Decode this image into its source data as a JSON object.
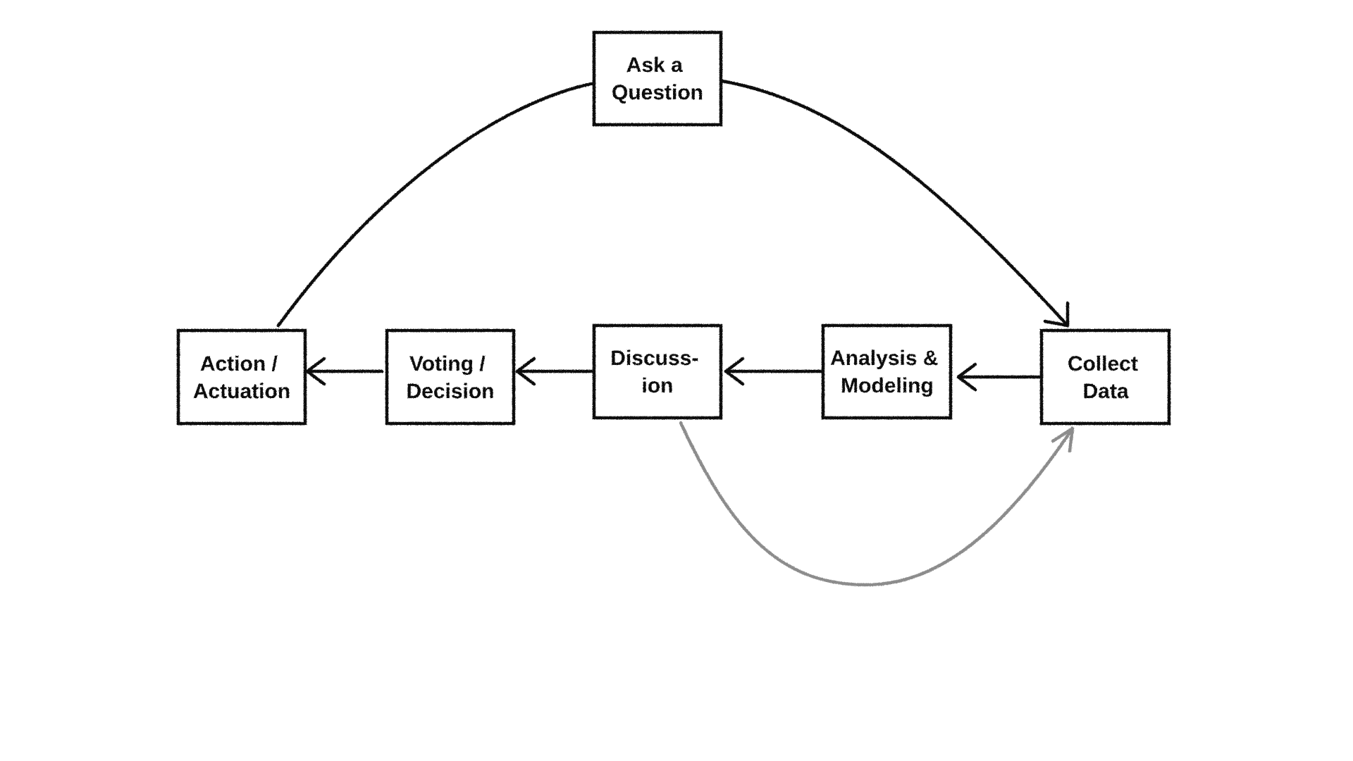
{
  "nodes": {
    "ask_question": {
      "lines": [
        "Ask a",
        "Question"
      ]
    },
    "collect_data": {
      "lines": [
        "Collect",
        "Data"
      ]
    },
    "analysis_modeling": {
      "lines": [
        "Analysis &",
        "Modeling"
      ]
    },
    "discussion": {
      "lines": [
        "Discuss-",
        "ion"
      ]
    },
    "voting_decision": {
      "lines": [
        "Voting /",
        "Decision"
      ]
    },
    "action_actuation": {
      "lines": [
        "Action /",
        "Actuation"
      ]
    }
  },
  "colors": {
    "stroke": "#111111",
    "feedback_stroke": "#8c8c8c",
    "background": "#ffffff"
  }
}
